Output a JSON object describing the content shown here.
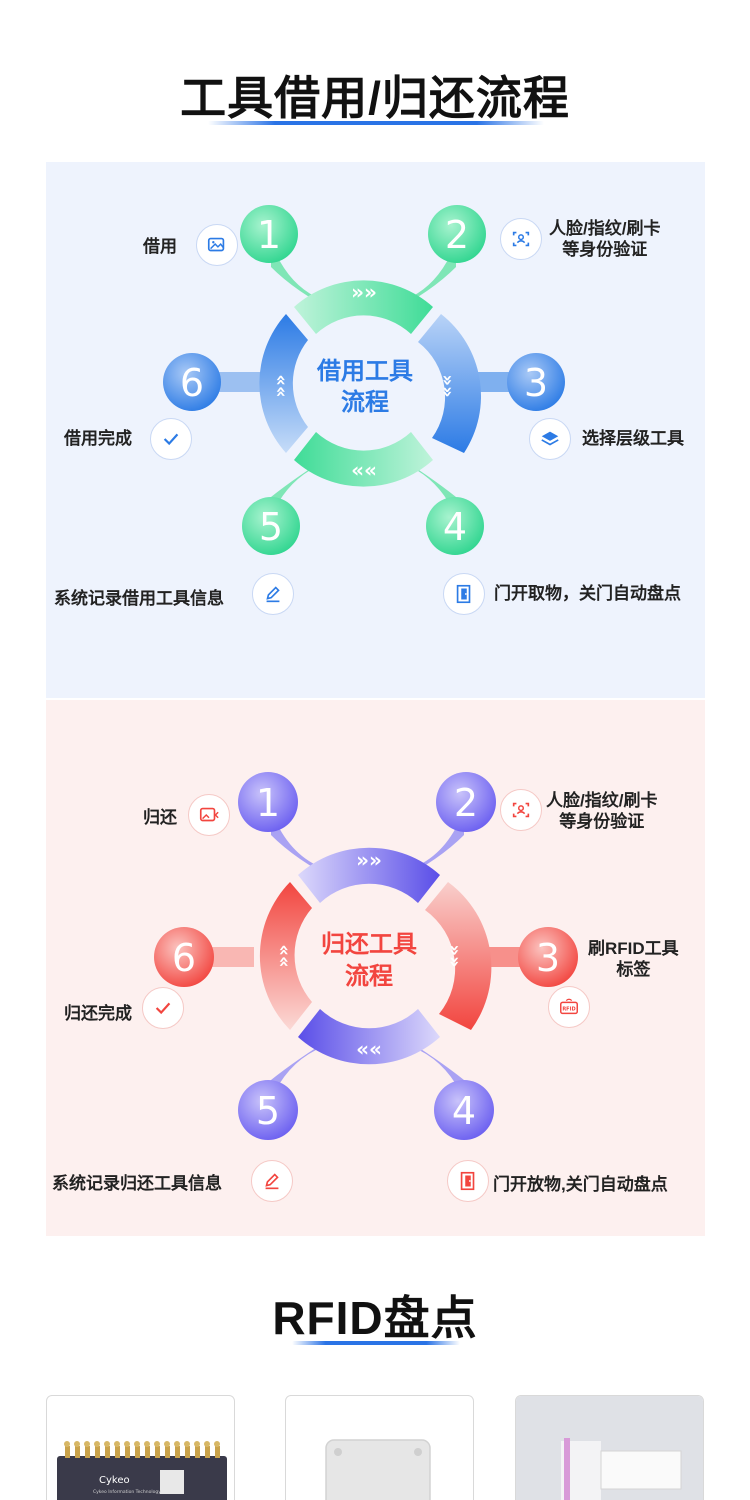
{
  "borrow_section": {
    "title": "工具借用/归还流程",
    "center_line1": "借用工具",
    "center_line2": "流程",
    "steps": [
      {
        "num": "1",
        "label": "借用",
        "icon": "image-upload-icon"
      },
      {
        "num": "2",
        "label_line1": "人脸/指纹/刷卡",
        "label_line2": "等身份验证",
        "icon": "face-scan-icon"
      },
      {
        "num": "3",
        "label": "选择层级工具",
        "icon": "layers-icon"
      },
      {
        "num": "4",
        "label": "门开取物，关门自动盘点",
        "icon": "door-icon"
      },
      {
        "num": "5",
        "label": "系统记录借用工具信息",
        "icon": "pen-icon"
      },
      {
        "num": "6",
        "label": "借用完成",
        "icon": "check-icon"
      }
    ],
    "colors": {
      "green": "#2fd58f",
      "blue": "#2c7be5"
    }
  },
  "return_section": {
    "center_line1": "归还工具",
    "center_line2": "流程",
    "steps": [
      {
        "num": "1",
        "label": "归还",
        "icon": "image-return-icon"
      },
      {
        "num": "2",
        "label_line1": "人脸/指纹/刷卡",
        "label_line2": "等身份验证",
        "icon": "face-scan-icon"
      },
      {
        "num": "3",
        "label_line1": "刷RFID工具",
        "label_line2": "标签",
        "icon": "rfid-tag-icon",
        "icon_text": "RFID"
      },
      {
        "num": "4",
        "label": "门开放物,关门自动盘点",
        "icon": "door-icon"
      },
      {
        "num": "5",
        "label": "系统记录归还工具信息",
        "icon": "pen-icon"
      },
      {
        "num": "6",
        "label": "归还完成",
        "icon": "check-icon"
      }
    ],
    "colors": {
      "purple": "#6a5ef0",
      "red": "#f2453f"
    }
  },
  "rfid_section": {
    "title": "RFID盘点",
    "card1_brand": "Cykeo",
    "card1_sub": "Cykeo Information Technology"
  }
}
